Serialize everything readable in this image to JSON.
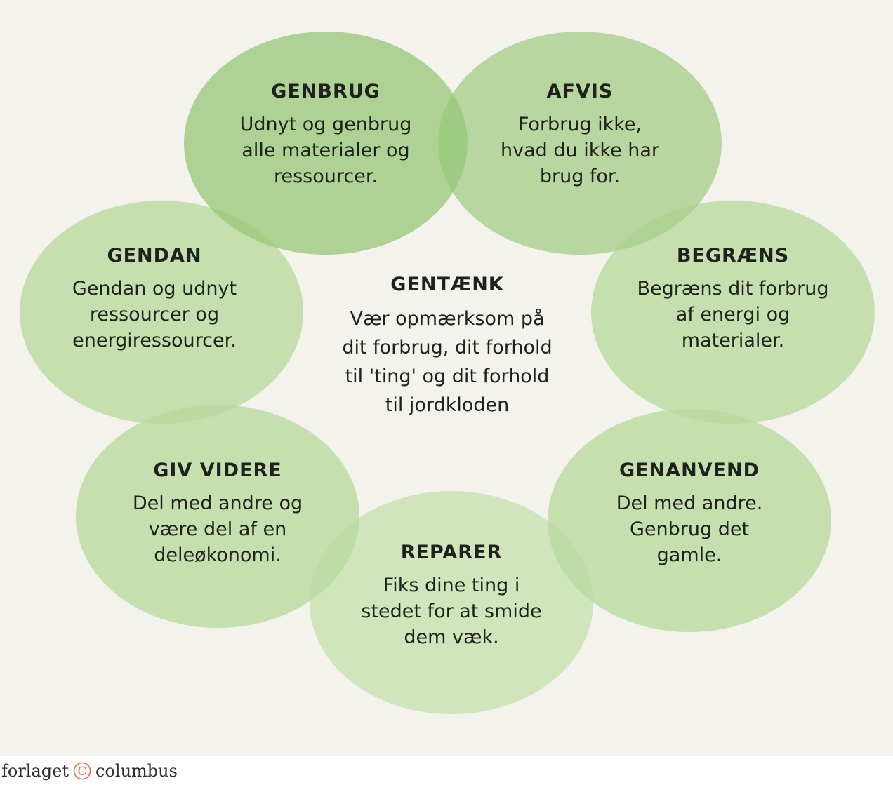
{
  "diagram": {
    "center": {
      "title": "GENTÆNK",
      "text": "Vær opmærksom på\ndit forbrug, dit forhold\ntil 'ting' og dit forhold\ntil jordkloden"
    },
    "nodes": [
      {
        "id": "genbrug",
        "title": "GENBRUG",
        "text": "Udnyt og genbrug\nalle materialer og\nressourcer."
      },
      {
        "id": "afvis",
        "title": "AFVIS",
        "text": "Forbrug ikke,\nhvad du ikke har\nbrug for."
      },
      {
        "id": "begraens",
        "title": "BEGRÆNS",
        "text": "Begræns dit forbrug\naf energi og\nmaterialer."
      },
      {
        "id": "genanvend",
        "title": "GENANVEND",
        "text": "Del med andre.\nGenbrug det\ngamle."
      },
      {
        "id": "reparer",
        "title": "REPARER",
        "text": "Fiks dine ting i\nstedet for at smide\ndem væk."
      },
      {
        "id": "giv-videre",
        "title": "GIV VIDERE",
        "text": "Del med andre og\nvære del af en\ndeleøkonomi."
      },
      {
        "id": "gendan",
        "title": "GENDAN",
        "text": "Gendan og udnyt\nressourcer og\nenergiressourcer."
      }
    ]
  },
  "footer": {
    "publisher_left": "forlaget",
    "publisher_right": "columbus",
    "logo_mark": "C"
  },
  "colors": {
    "background": "#f3f2ec",
    "text": "#1f211c",
    "green_dark": "#98c97a",
    "green_mid": "#a6d08a",
    "green_light": "#b8da9e",
    "green_lightest": "#c6e1b0"
  }
}
